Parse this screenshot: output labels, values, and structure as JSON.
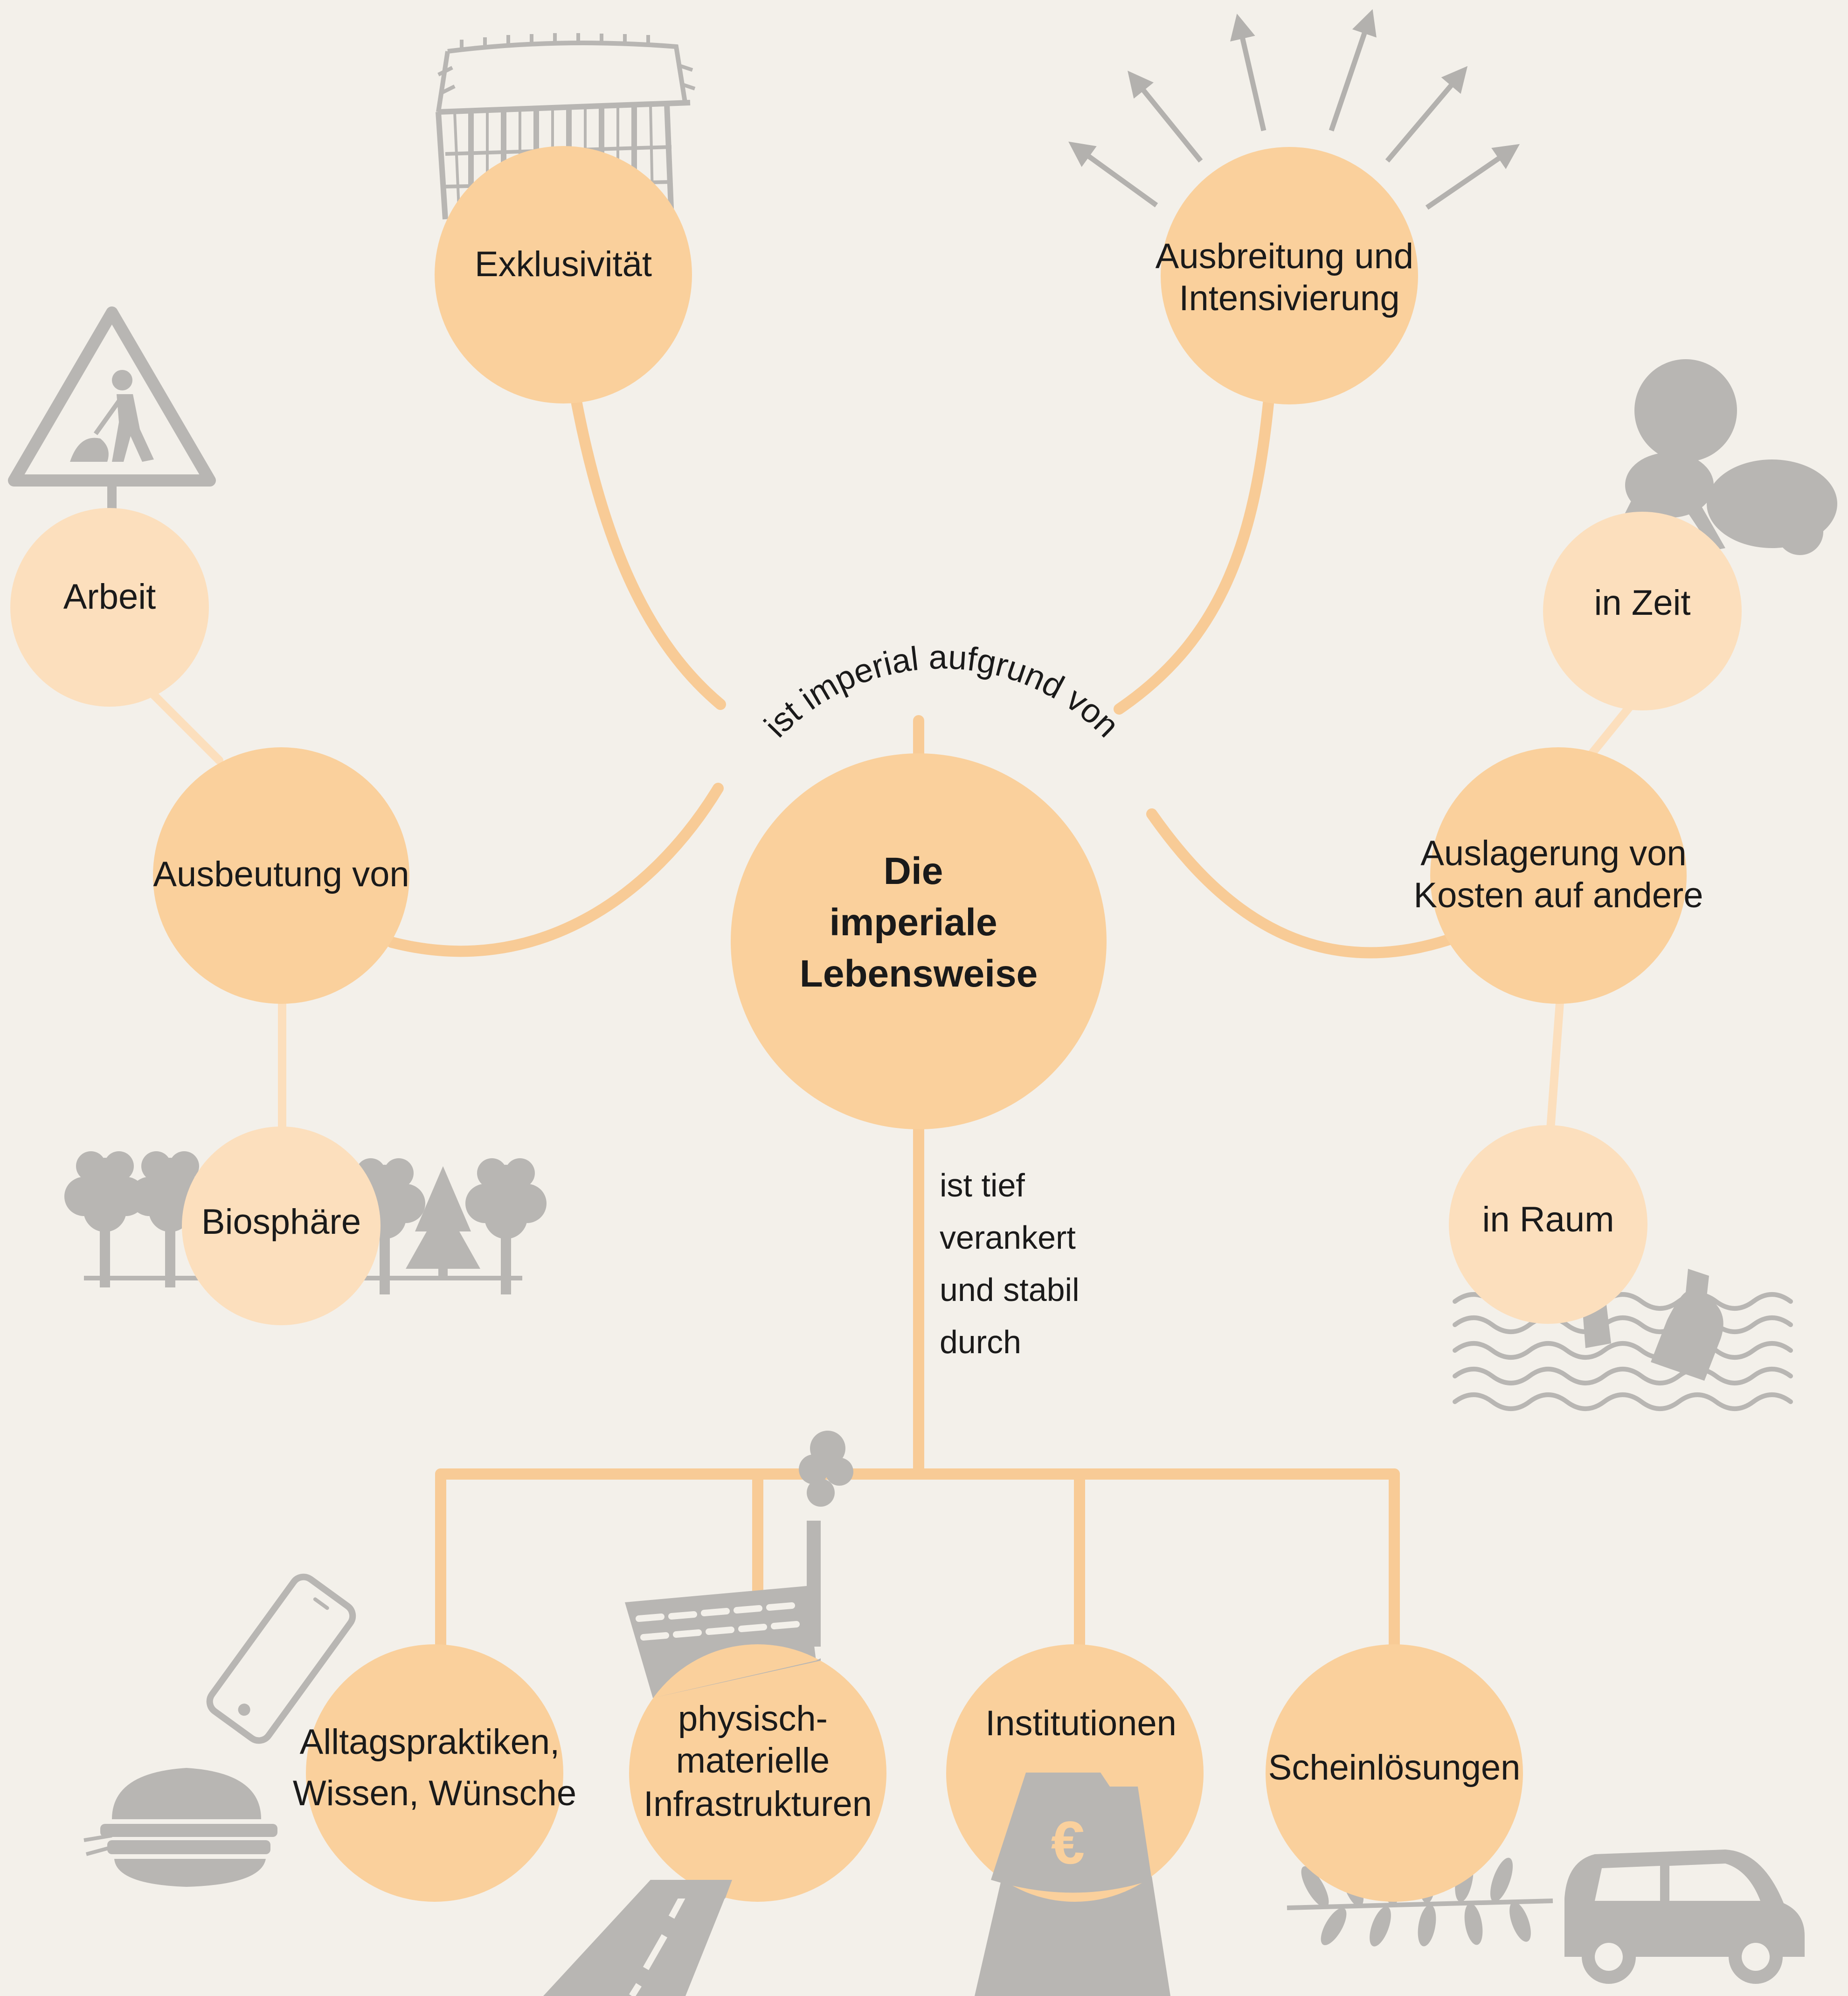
{
  "center": {
    "title_lines": [
      "Die",
      "imperiale",
      "Lebensweise"
    ],
    "arc_label": "ist imperial aufgrund von",
    "stem_label_lines": [
      "ist tief",
      "verankert",
      "und stabil",
      "durch"
    ]
  },
  "top_nodes": {
    "exklusivitaet": {
      "lines": [
        "Exklusivität"
      ],
      "icon": "fence-icon"
    },
    "ausbreitung": {
      "lines": [
        "Ausbreitung und",
        "Intensivierung"
      ],
      "icon": "arrows-icon"
    }
  },
  "left_branch": {
    "ausbeutung": {
      "lines": [
        "Ausbeutung von"
      ]
    },
    "arbeit": {
      "lines": [
        "Arbeit"
      ],
      "icon": "worker-warning-sign-icon"
    },
    "biosphaere": {
      "lines": [
        "Biosphäre"
      ],
      "icon": "trees-icon"
    }
  },
  "right_branch": {
    "auslagerung": {
      "lines": [
        "Auslagerung von",
        "Kosten auf andere"
      ]
    },
    "zeit": {
      "lines": [
        "in Zeit"
      ],
      "icon": "crawling-baby-icon"
    },
    "raum": {
      "lines": [
        "in Raum"
      ],
      "icon": "ocean-waste-icon"
    }
  },
  "bottom_nodes": {
    "alltag": {
      "lines": [
        "Alltagspraktiken,",
        "Wissen, Wünsche"
      ],
      "icons": [
        "smartphone-icon",
        "burger-icon"
      ]
    },
    "infrastruktur": {
      "lines": [
        "physisch-",
        "materielle",
        "Infrastrukturen"
      ],
      "icons": [
        "factory-icon",
        "road-icon"
      ]
    },
    "institutionen": {
      "lines": [
        "Institutionen"
      ],
      "icons": [
        "euro-building-icon"
      ],
      "euro_symbol": "€"
    },
    "schein": {
      "lines": [
        "Scheinlösungen"
      ],
      "icons": [
        "olive-branch-icon",
        "car-icon"
      ]
    }
  },
  "colors": {
    "background": "#f3f0ea",
    "main_circle": "#fad09c",
    "secondary_circle": "#fcdfbd",
    "connector": "#f8cb96",
    "icon_gray": "#b8b6b3",
    "arrow_gray": "#b3b1ae",
    "text": "#1a1a1a"
  }
}
